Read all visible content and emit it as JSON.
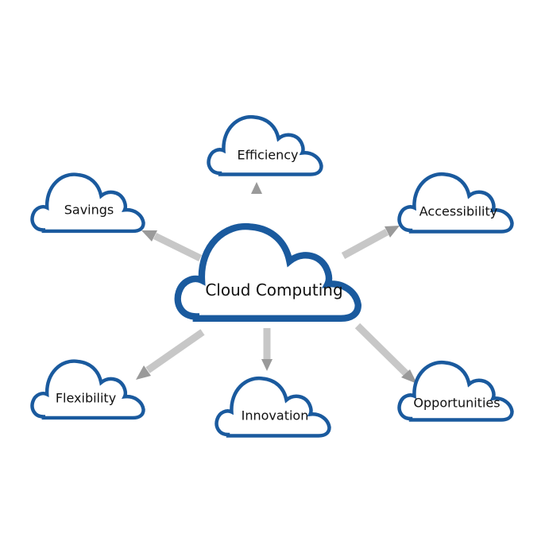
{
  "diagram": {
    "colors": {
      "cloud_outline": "#1a5a9e",
      "cloud_fill": "#ffffff",
      "arrow": "#9a9a9a",
      "text": "#111111"
    },
    "center": {
      "label": "Cloud Computing"
    },
    "nodes": [
      {
        "id": "efficiency",
        "label": "Efficiency"
      },
      {
        "id": "savings",
        "label": "Savings"
      },
      {
        "id": "accessibility",
        "label": "Accessibility"
      },
      {
        "id": "flexibility",
        "label": "Flexibility"
      },
      {
        "id": "innovation",
        "label": "Innovation"
      },
      {
        "id": "opportunities",
        "label": "Opportunities"
      }
    ]
  }
}
